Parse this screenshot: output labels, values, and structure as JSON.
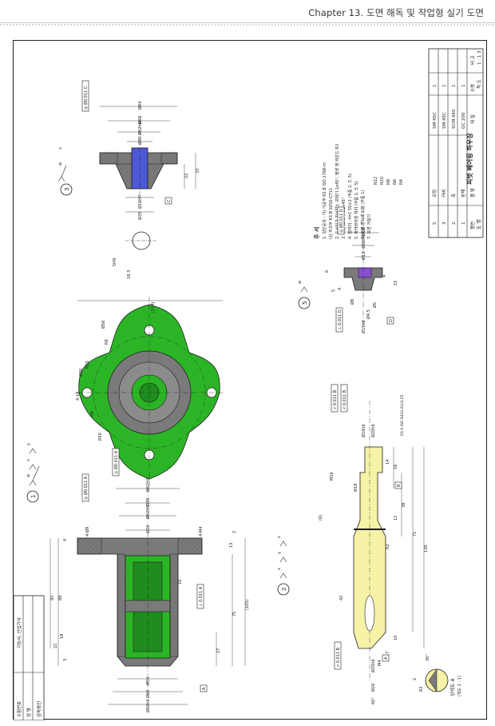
{
  "header": {
    "chapter_title": "Chapter 13. 도면 해독 및 작업형 실기 도면"
  },
  "title_block": {
    "rows": [
      {
        "no": "5",
        "name": "오링",
        "material": "SM 45C",
        "qty": "1",
        "note": ""
      },
      {
        "no": "3",
        "name": "커버",
        "material": "SM 45C",
        "qty": "1",
        "note": ""
      },
      {
        "no": "2",
        "name": "축",
        "material": "SCM 440",
        "qty": "1",
        "note": ""
      },
      {
        "no": "1",
        "name": "본체",
        "material": "GC 200",
        "qty": "1",
        "note": ""
      }
    ],
    "headers": {
      "no": "품번",
      "name": "품 명",
      "material": "재 질",
      "qty": "수량",
      "note": "비 고"
    },
    "drawing_name_label": "도 명",
    "drawing_name": "피벗 베어링 하우징",
    "scale_label": "척 도",
    "scale": "1 : 1",
    "projection_label": "각 법",
    "projection": "3",
    "cheok_do_prefix": "척도"
  },
  "approval_box": {
    "labels": [
      "수험번호",
      "성 명",
      "감독확인"
    ],
    "exam_label": "기능사, 산업기사"
  },
  "notes": {
    "title": "주 서",
    "lines": [
      "1. 일반공차 : 가) 가공부 KS B ISO 2768-m",
      "   나) 주조부 KS B 0250-CT11",
      "2. 도시되고 지시없는 모떼기 1x45°, 필렛 및 라운드 R3",
      "3. 일반 모떼기 0.2x45°",
      "4. 열처리 : HrC 50±2 (부품 2, 3, 5)",
      "5. 파커라이징 처리 (부품 2, 3, 5)",
      "6. 외면 명녹색 도장 (부품 1)",
      "7. 표면 거칠기"
    ],
    "roughness": [
      "N12",
      "N10",
      "N8",
      "N6",
      "N4"
    ]
  },
  "parts": {
    "part1": {
      "balloon": "1",
      "roughness_symbols": [
        "w",
        "x",
        "y"
      ]
    },
    "part2": {
      "balloon": "2",
      "roughness_symbols": [
        "x",
        "y",
        "z"
      ]
    },
    "part3": {
      "balloon": "3",
      "roughness_symbols": [
        "w",
        "x"
      ]
    },
    "part5": {
      "balloon": "5",
      "roughness_symbols": [
        "w"
      ]
    }
  },
  "dimensions": {
    "part1": [
      "Ø66h6",
      "Ø60",
      "Ø50",
      "Ø22",
      "Ø42H7",
      "Ø35",
      "Ø42H7",
      "4-M4",
      "4-Ø9",
      "88",
      "92",
      "75",
      "(105)",
      "27",
      "13",
      "18",
      "22",
      "16",
      "3",
      "2",
      "4"
    ],
    "part1_plan": [
      "(114)",
      "4-18",
      "R8",
      "R50",
      "R8",
      "Ø86",
      "Ø56",
      "R15"
    ],
    "part2": [
      "130",
      "71",
      "38",
      "16",
      "14",
      "12",
      "(6)",
      "M16",
      "Ø20h6",
      "Ø16h6",
      "Ø20h6",
      "Ø18",
      "M4",
      "Ø26",
      "R2",
      "42",
      "10",
      "17",
      "60°",
      "KS A ISO 6411-A2/4.25"
    ],
    "part3": [
      "Ø84",
      "Ø68",
      "Ø52h6",
      "Ø35",
      "Ø16H7",
      "Ø35",
      "22",
      "33",
      "5H9",
      "18.3"
    ],
    "part5": [
      "Ø28",
      "Ø20H7",
      "Ø13",
      "Ø8",
      "Ø15h6",
      "Ø5",
      "Ø4.5",
      "6",
      "4",
      "15",
      "4",
      "5"
    ],
    "detail": {
      "label": "상세도 A",
      "scale": "(척도 2 : 1)",
      "dims": [
        "R2",
        "2",
        "30°"
      ]
    }
  },
  "tolerance_frames": {
    "p1_a": "◎ Ø0.011 A",
    "p1_b": "◎ Ø0.011 A",
    "p1_c": "⊥ 0.011 A",
    "p3_c": "◎ Ø0.011 C",
    "p5_d": "◎ Ø0.011 D",
    "p5_e": "⊥ 0.011 D",
    "p2_b": "↗ 0.011 B",
    "p2_c": "↗ 0.011 B",
    "p2_d": "↗ 0.011 B"
  },
  "datums": [
    "A",
    "A",
    "B",
    "C",
    "D"
  ],
  "colors": {
    "part1_cut": "#2bb526",
    "part1_body": "#7a7a7a",
    "part2_shaft": "#f6f2a6",
    "part3_hub": "#4d58d6",
    "part5_ring": "#8a4fd1",
    "line": "#1e1e1e"
  }
}
